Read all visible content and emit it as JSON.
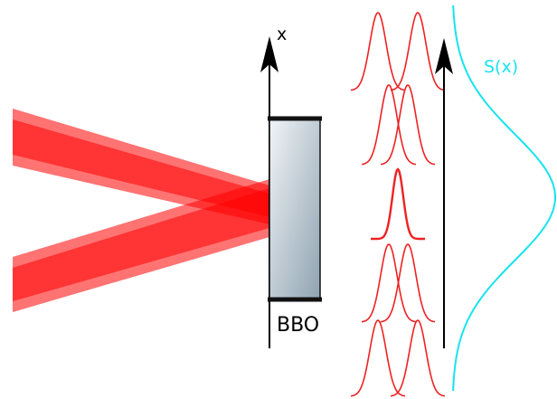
{
  "labels": {
    "axis": "x",
    "crystal": "BBO",
    "spectrum": "S(x)"
  },
  "colors": {
    "beam": "#ff0000",
    "pulse": "#ee2222",
    "spectrum": "#19e3ee",
    "axis": "#000000",
    "crystal_top": "#f1f4f7",
    "crystal_bottom": "#8fa3b1"
  },
  "icons": {
    "axis_arrow": "arrow-up-icon",
    "time_arrow": "arrow-up-icon"
  }
}
